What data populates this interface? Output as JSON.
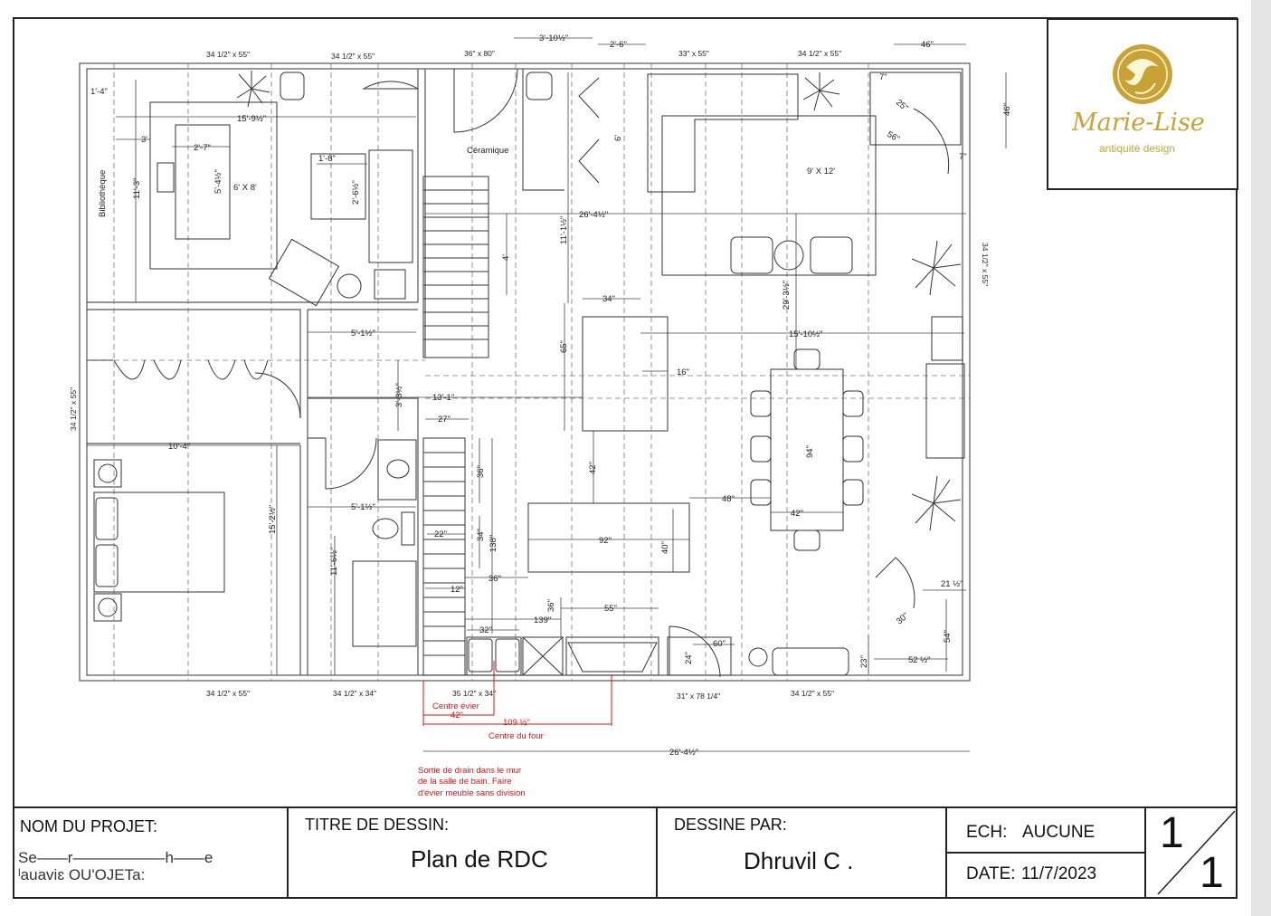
{
  "title_block": {
    "project_label": "NOM DU PROJET:",
    "project_value_line1": "Se——r——————h——e",
    "project_value_line2": "ˡauaviɛ OU'OJETa:",
    "drawing_title_label": "TITRE DE DESSIN:",
    "drawing_title_value": "Plan de RDC",
    "drawn_by_label": "DESSINE PAR:",
    "drawn_by_value": "Dhruvil C .",
    "scale_label": "ECH:",
    "scale_value": "AUCUNE",
    "date_label": "DATE:",
    "date_value": "11/7/2023",
    "sheet_number": "1",
    "sheet_total": "1"
  },
  "logo": {
    "brand": "Marie-Lise",
    "tagline": "antiquité design",
    "color": "#c9a236"
  },
  "plan": {
    "rooms": {
      "bibliotheque": "Bibliothèque",
      "ceramique": "Céramique",
      "rug_office": "6' X 8'",
      "rug_living": "9' X 12'"
    },
    "windows": {
      "w1": "34 1/2\" x 55\"",
      "w2": "34 1/2\" x 55\"",
      "w3": "36\" x 80\"",
      "w4": "33\" x 55\"",
      "w5": "34 1/2\" x 55\"",
      "w6": "34 1/2\" x 55\"",
      "w7": "34 1/2\" x 55\"",
      "w8": "34 1/2\" x 34\"",
      "w9": "35 1/2\" x 34\"",
      "w10": "31\" x 78 1/4\"",
      "w11": "34 1/2\" x 55\"",
      "w12": "34 1/2\" x 55\""
    },
    "dims": {
      "d_1_4": "1'-4\"",
      "d_15_9": "15'-9½\"",
      "d_3": "3'",
      "d_2_7": "2'-7\"",
      "d_11_3": "11'-3\"",
      "d_5_4": "5'-4½\"",
      "d_1_8": "1'-8\"",
      "d_2_6": "2'-6½\"",
      "d_3_10": "3'-10½\"",
      "d_2_6b": "2'-6\"",
      "d_46": "46\"",
      "d_46v": "46\"",
      "d_7a": "7\"",
      "d_7b": "7\"",
      "d_25": "25\"",
      "d_56": "56\"",
      "d_6": "6'",
      "d_11_1": "11'-1½\"",
      "d_26_4": "26'-4½\"",
      "d_4": "4'",
      "d_34": "34\"",
      "d_65": "65\"",
      "d_16": "16\"",
      "d_29_3": "29'-3½\"",
      "d_15_10": "15'-10½\"",
      "d_5_1a": "5'-1½\"",
      "d_3_3": "3'-3½\"",
      "d_13_1": "13'-1\"",
      "d_27": "27\"",
      "d_10_4": "10'-4\"",
      "d_15_2": "15'-2½\"",
      "d_5_1b": "5'-1½\"",
      "d_36a": "36\"",
      "d_42a": "42\"",
      "d_94": "94\"",
      "d_48": "48\"",
      "d_42b": "42\"",
      "d_11_6": "11'-6½\"",
      "d_22": "22\"",
      "d_34b": "34\"",
      "d_138": "138\"",
      "d_92": "92\"",
      "d_40": "40\"",
      "d_12": "12\"",
      "d_36b": "36\"",
      "d_36c": "36\"",
      "d_55": "55\"",
      "d_139": "139\"",
      "d_32": "32\"",
      "d_24": "24\"",
      "d_60": "60\"",
      "d_21": "21 ½\"",
      "d_30": "30\"",
      "d_54": "54\"",
      "d_23": "23\"",
      "d_52": "52 ½\"",
      "d_26_4b": "26'-4½\""
    },
    "red_notes": {
      "centre_evier": "Centre évier",
      "d42": "42\"",
      "d109": "109 ½\"",
      "centre_four": "Centre du four",
      "drain_1": "Sortie de drain dans le mur",
      "drain_2": "de la salle de bain. Faire",
      "drain_3": "d'évier meuble sans division"
    }
  }
}
